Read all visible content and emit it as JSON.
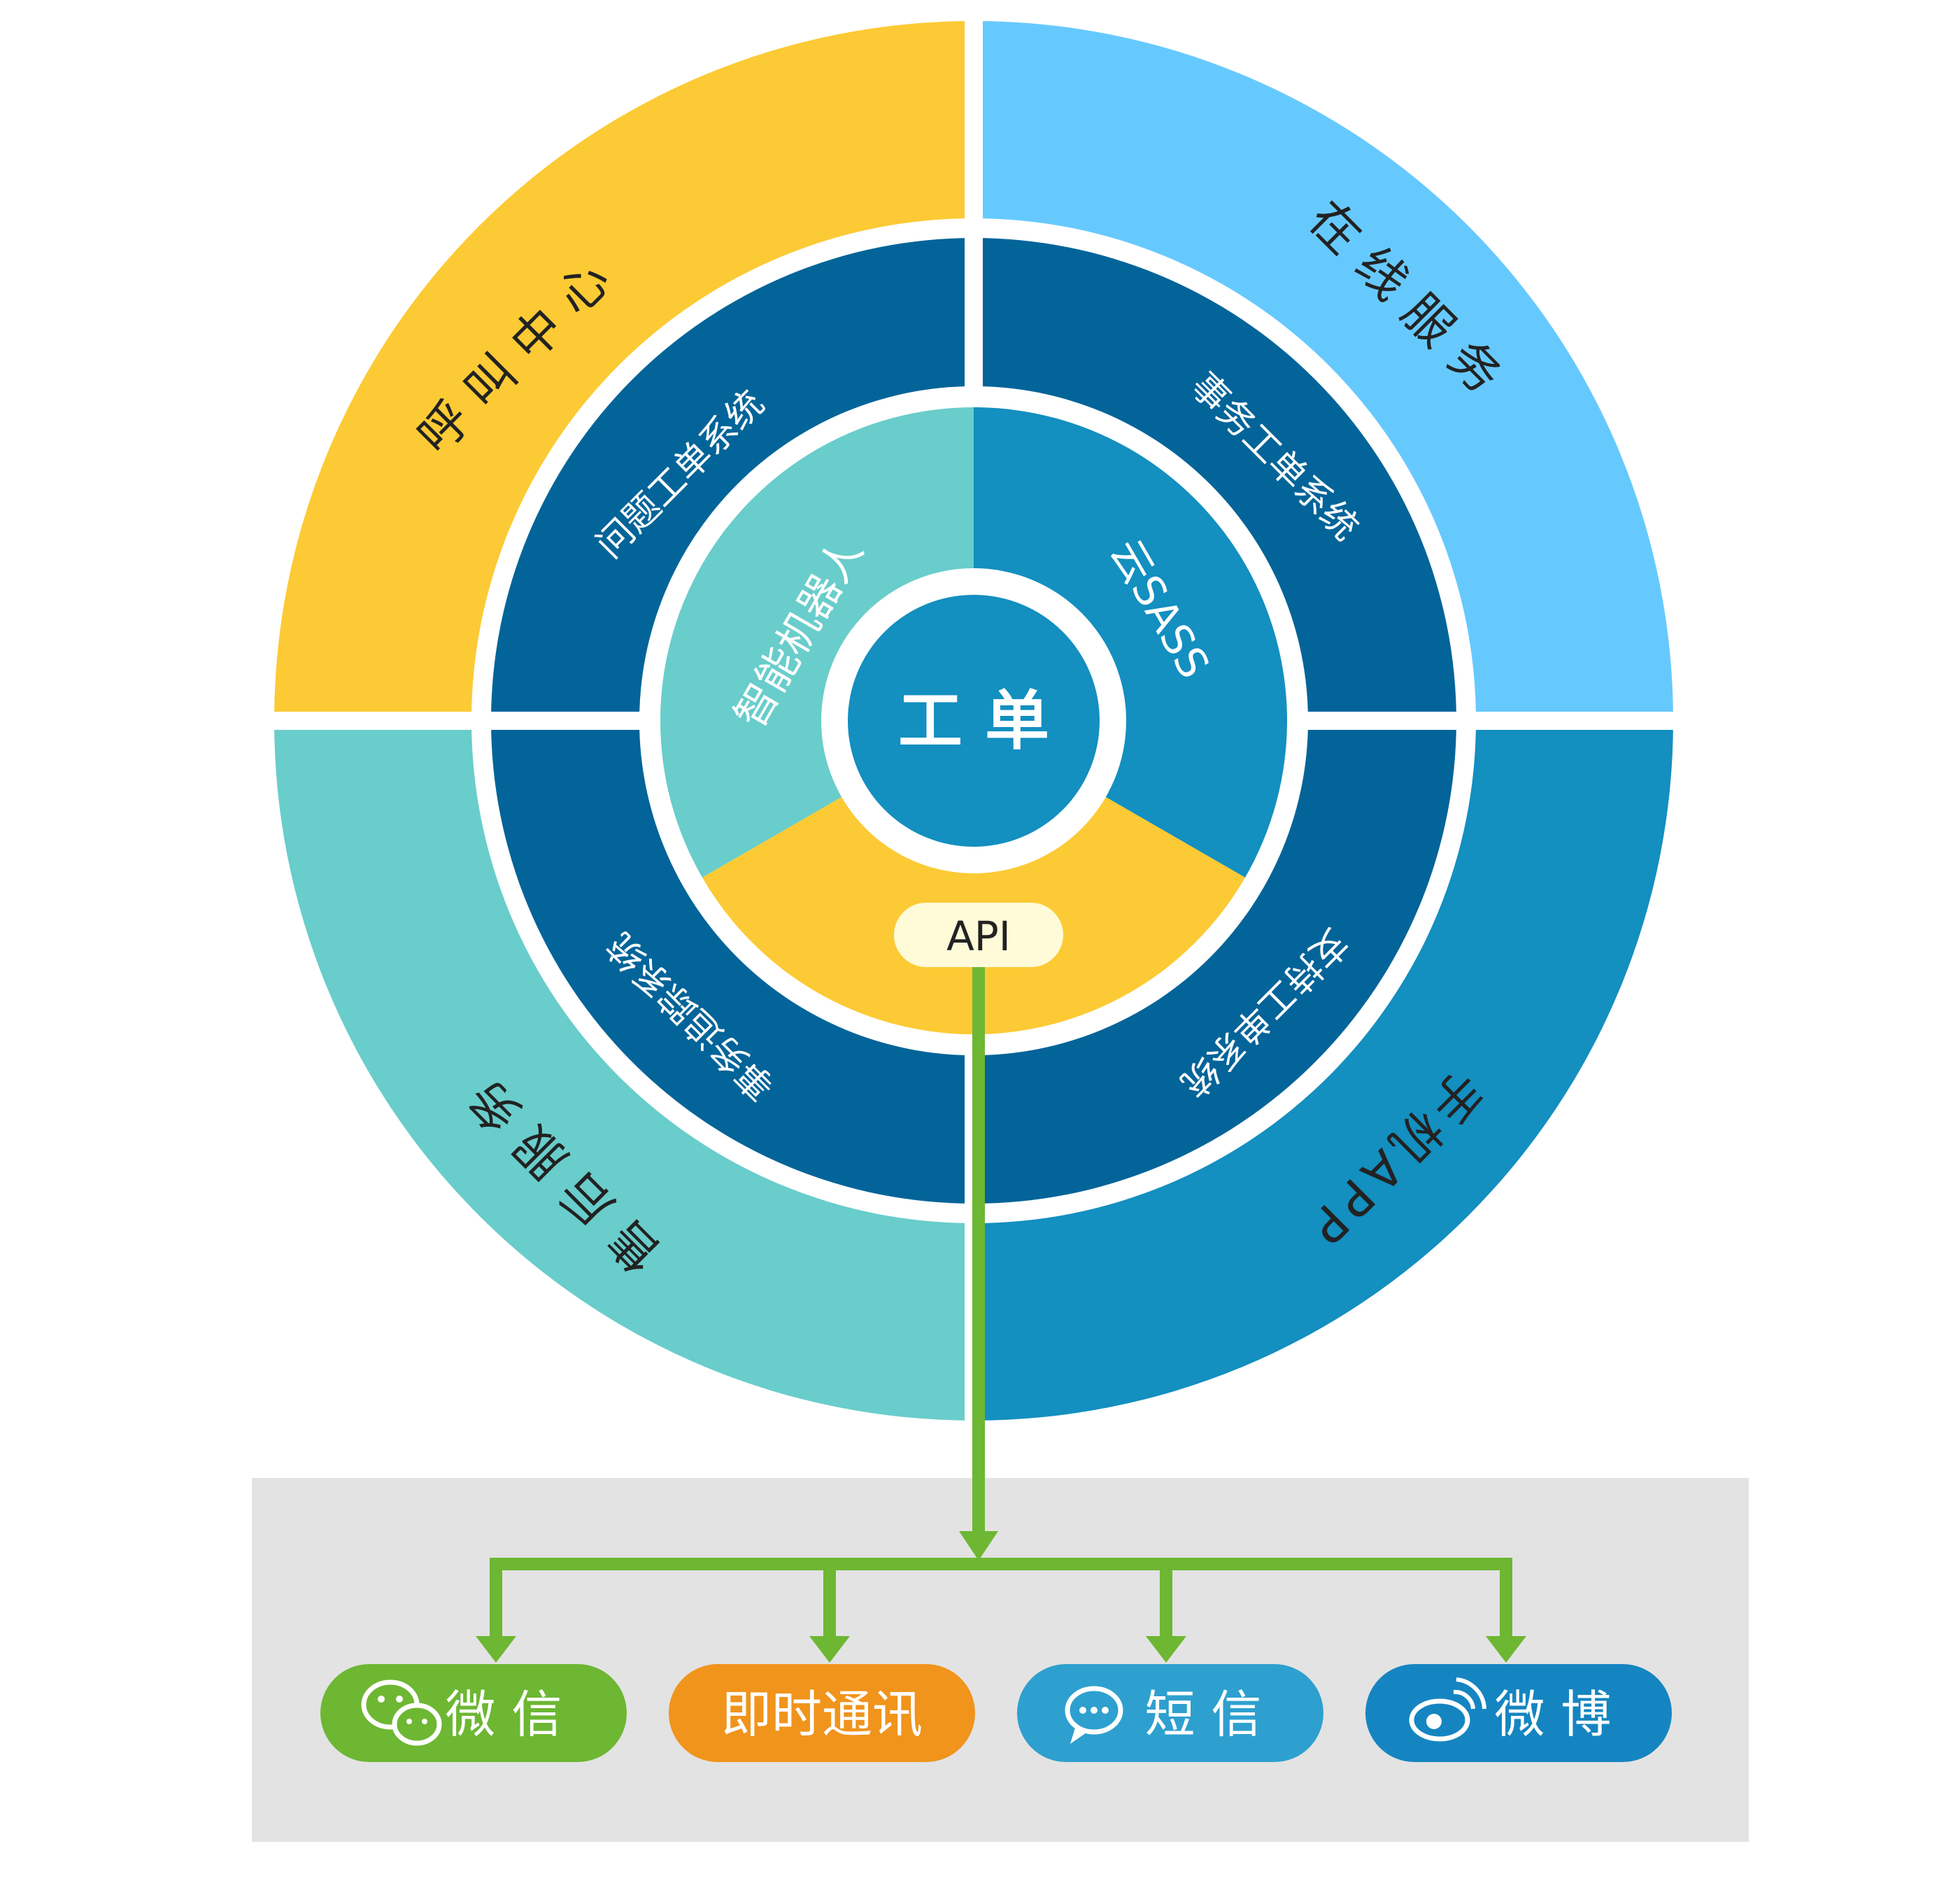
{
  "center": {
    "label": "工 单"
  },
  "outer_ring": {
    "top_left": "呼叫中心",
    "top_right": "在线服务",
    "bottom_left": "售后服务",
    "bottom_right": "手机APP"
  },
  "middle_ring": {
    "top_left": "问题工单系统",
    "top_right": "事务工单系统",
    "bottom_left": "事务追踪系统",
    "bottom_right": "支持工单系统"
  },
  "inner_ring": {
    "left": "智能机器人",
    "right": "云SASS",
    "bottom": "API"
  },
  "channels": [
    {
      "label": "微 信",
      "icon": "wechat-icon",
      "color": "#6db733"
    },
    {
      "label": "即时通讯",
      "icon": "",
      "color": "#f0941c"
    },
    {
      "label": "短 信",
      "icon": "chat-bubble-icon",
      "color": "#2ea0cf"
    },
    {
      "label": "微 博",
      "icon": "weibo-icon",
      "color": "#1585c1"
    }
  ],
  "colors": {
    "yellow": "#fcca34",
    "light_blue": "#66c9fe",
    "teal": "#69cdcb",
    "blue": "#138fc0",
    "dark_blue": "#036499",
    "arrow_green": "#6db733",
    "panel_gray": "#e3e3e3",
    "api_pill": "#fffbd9"
  }
}
